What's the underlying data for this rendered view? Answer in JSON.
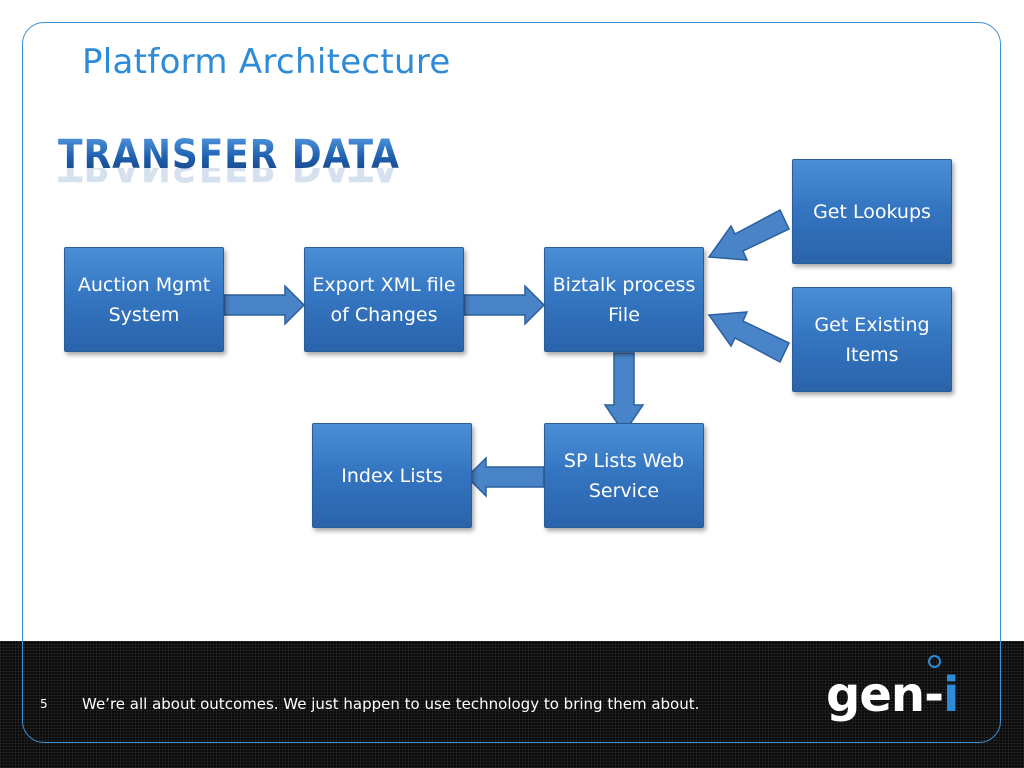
{
  "slide": {
    "title": "Platform Architecture",
    "section_title": "Transfer Data",
    "slide_number": "5",
    "tagline": "We’re all about outcomes. We just happen to use technology to bring them about.",
    "logo_text": "gen-",
    "logo_accent": "i"
  },
  "diagram": {
    "nodes": [
      {
        "id": "auction",
        "label": "Auction Mgmt System"
      },
      {
        "id": "export",
        "label": "Export XML file of Changes"
      },
      {
        "id": "biztalk",
        "label": "Biztalk process File"
      },
      {
        "id": "lookups",
        "label": "Get Lookups"
      },
      {
        "id": "existing",
        "label": "Get Existing Items"
      },
      {
        "id": "splists",
        "label": "SP Lists Web Service"
      },
      {
        "id": "index",
        "label": "Index Lists"
      }
    ],
    "edges": [
      {
        "from": "auction",
        "to": "export"
      },
      {
        "from": "export",
        "to": "biztalk"
      },
      {
        "from": "lookups",
        "to": "biztalk"
      },
      {
        "from": "existing",
        "to": "biztalk"
      },
      {
        "from": "biztalk",
        "to": "splists"
      },
      {
        "from": "splists",
        "to": "index"
      }
    ]
  },
  "colors": {
    "accent": "#2e8bd8",
    "node_fill": "#3576c2",
    "arrow_fill": "#4a84c8",
    "footer": "#0b0b0b"
  }
}
